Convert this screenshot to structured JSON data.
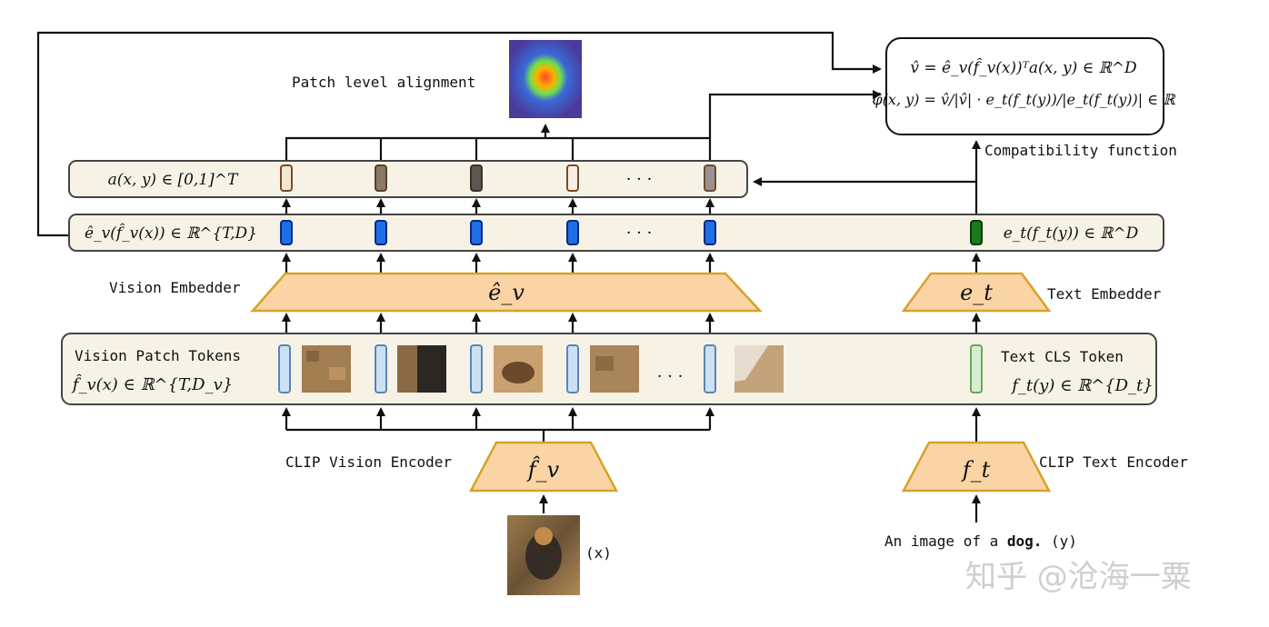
{
  "colors": {
    "row_bg": "#f7f2e6",
    "encoder_fill": "#fbd4a6",
    "encoder_stroke": "#d6a22a",
    "vision_embed_token": "#1e6ee6",
    "text_embed_token": "#1a7a1a",
    "vision_patch_token": "#cde0f2",
    "text_cls_token": "#d7edd2"
  },
  "labels": {
    "patch_level_alignment": "Patch level alignment",
    "compatibility_function": "Compatibility function",
    "vision_embedder": "Vision Embedder",
    "text_embedder": "Text Embedder",
    "vision_patch_tokens": "Vision Patch Tokens",
    "text_cls_token": "Text CLS Token",
    "clip_vision_encoder": "CLIP Vision Encoder",
    "clip_text_encoder": "CLIP Text Encoder",
    "x_label": "(x)",
    "caption_prefix": "An image of a ",
    "caption_bold": "dog.",
    "caption_suffix": " (y)",
    "ellipsis": "· · ·",
    "watermark": "知乎 @沧海一粟"
  },
  "math": {
    "v_hat_eq": "v̂ = ê_v(f̂_v(x))ᵀa(x, y) ∈ ℝ^D",
    "phi_hat_eq": "φ̂(x, y) = v̂/|v̂| · e_t(f_t(y))/|e_t(f_t(y))| ∈ ℝ",
    "alignment_row": "a(x, y) ∈ [0,1]^T",
    "vision_embed_row": "ê_v(f̂_v(x)) ∈ ℝ^{T,D}",
    "text_embed_row": "e_t(f_t(y)) ∈ ℝ^D",
    "vision_embedder_sym": "ê_v",
    "text_embedder_sym": "e_t",
    "vision_patch_row": "f̂_v(x) ∈ ℝ^{T,D_v}",
    "text_cls_row": "f_t(y) ∈ ℝ^{D_t}",
    "vision_encoder_sym": "f̂_v",
    "text_encoder_sym": "f_t"
  },
  "alignment_scores": [
    {
      "fill": "#f3e7d6",
      "stroke": "#7a4a22"
    },
    {
      "fill": "#8a7a6c",
      "stroke": "#5a4026"
    },
    {
      "fill": "#5e5650",
      "stroke": "#3d3026"
    },
    {
      "fill": "#f8efe4",
      "stroke": "#7a4a22"
    },
    {
      "fill": "#9a9290",
      "stroke": "#6a4a30"
    }
  ]
}
